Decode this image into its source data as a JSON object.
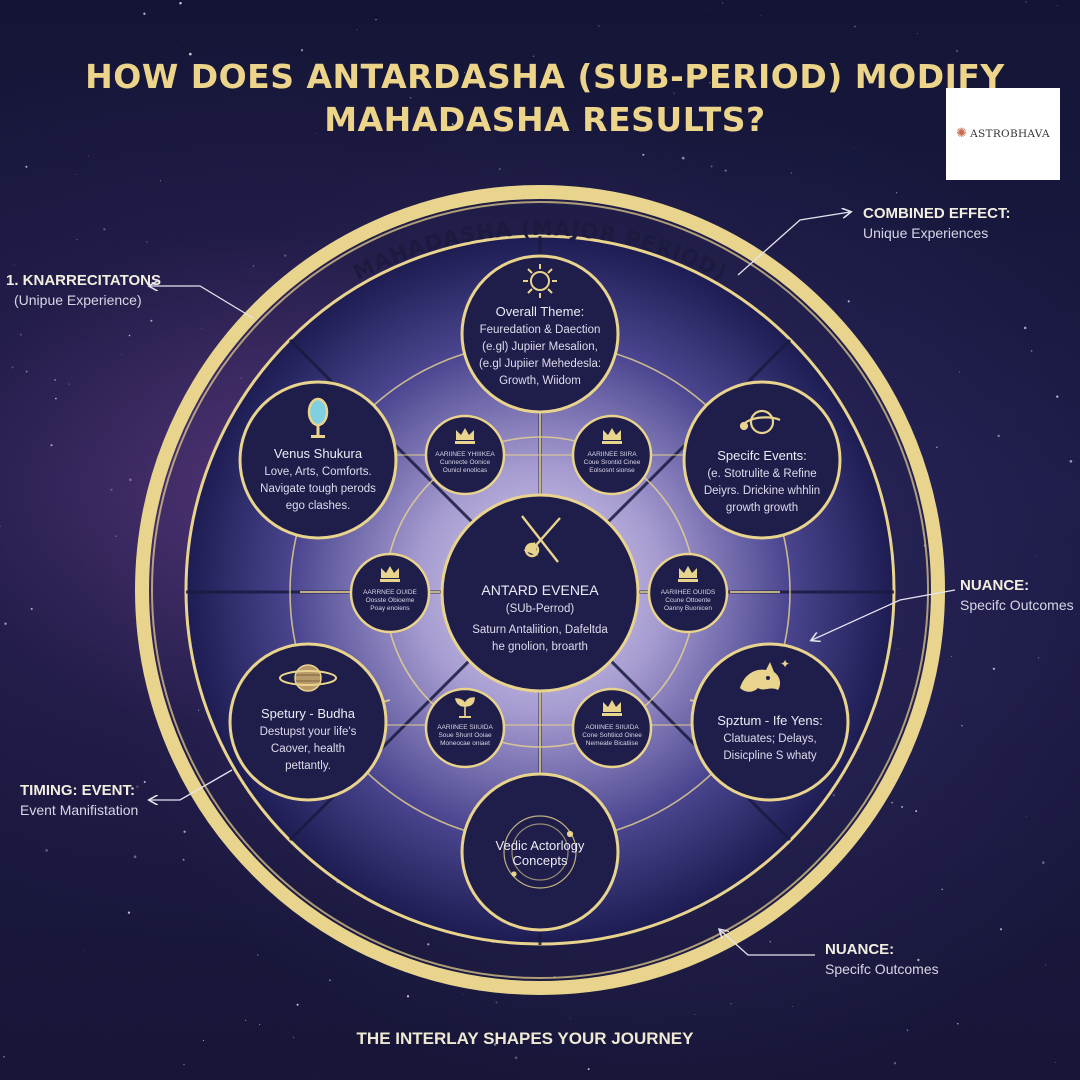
{
  "title_line1": "HOW DOES ANTARDASHA (SUB-PERIOD) MODIFY",
  "title_line2": "MAHADASHA RESULTS?",
  "logo": {
    "text": "ASTROBHAVA",
    "icon": "starburst-icon"
  },
  "ring_label": "MAHADASHA (MAJOR PERIOD)",
  "callouts": {
    "left_top": {
      "title": "1. KNARRECITATONS",
      "subtitle": "(Unipue Experience)"
    },
    "left_bottom": {
      "title": "TIMING: EVENT:",
      "subtitle": "Event Manifistation"
    },
    "right_top": {
      "title": "COMBINED EFFECT:",
      "subtitle": "Unique Experiences"
    },
    "right_mid": {
      "title": "NUANCE:",
      "subtitle": "Specifc Outcomes"
    },
    "right_bottom": {
      "title": "NUANCE:",
      "subtitle": "Specifc Outcomes"
    }
  },
  "nodes": {
    "top": {
      "icon": "sun-icon",
      "title": "Overall Theme:",
      "lines": [
        "Feuredation & Daection",
        "(e.gl) Jupiier Mesalion,",
        "(e.gl Jupiier Mehedesla:",
        "Growth, Wiidom"
      ]
    },
    "left_upper": {
      "icon": "mirror-icon",
      "title": "Venus Shukura",
      "lines": [
        "Love, Arts, Comforts.",
        "Navigate tough perods",
        "ego clashes."
      ]
    },
    "right_upper": {
      "icon": "planet-gear-icon",
      "title": "Specifc Events:",
      "lines": [
        "(e. Stotrulite & Refine",
        "Deiyrs. Drickine whhlin",
        "growth growth"
      ]
    },
    "center": {
      "icon": "arrow-sword-icon",
      "title": "ANTARD EVENEA",
      "subtitle": "(SUb-Perrod)",
      "lines": [
        "Saturn Antaliition, Dafeltda",
        "he gnolion, broarth"
      ]
    },
    "left_lower": {
      "icon": "saturn-icon",
      "title": "Spetury - Budha",
      "lines": [
        "Destupst your life's",
        "Caover, health",
        "pettantly."
      ]
    },
    "right_lower": {
      "icon": "dragon-icon",
      "title": "Spztum - Ife Yens:",
      "lines": [
        "Clatuates; Delays,",
        "Disicpline S whaty"
      ]
    },
    "bottom": {
      "icon": "orbit-icon",
      "title": "Vedic Actorlogy",
      "lines": [
        "Concepts"
      ]
    }
  },
  "mini_nodes": {
    "upper_left": {
      "icon": "crown-icon",
      "lines": [
        "AARIINEE YHIIIKEA",
        "Cunnecte Oonice",
        "Ounicl enoticas"
      ]
    },
    "upper_right": {
      "icon": "crown-icon",
      "lines": [
        "AARIINEE SIIRA",
        "Coue Srontid Cinee",
        "Eolsosnt sionse"
      ]
    },
    "mid_left": {
      "icon": "crown-icon",
      "lines": [
        "AARRNEE OUIDE",
        "Oosste Obioeme",
        "Poay enoiens"
      ]
    },
    "mid_right": {
      "icon": "crown-icon",
      "lines": [
        "AARIIHEE OUIIDS",
        "Ccune Ottoente",
        "Oanny Buonicen"
      ]
    },
    "lower_left": {
      "icon": "sprout-icon",
      "lines": [
        "AARIINEE SIIUIDA",
        "Soue Shunt Ooiae",
        "Moneocae oniaet"
      ]
    },
    "lower_right": {
      "icon": "crown-icon",
      "lines": [
        "AOIIINEE SIIUIDA",
        "Cone Sohtiicd Oinee",
        "Nemeate Bicatiise"
      ]
    }
  },
  "footer": "THE INTERLAY SHAPES YOUR JOURNEY",
  "colors": {
    "gold": "#ecd58a",
    "ring": "#e9d48e",
    "node_fill": "#1f1d4a",
    "background": "#171638"
  }
}
